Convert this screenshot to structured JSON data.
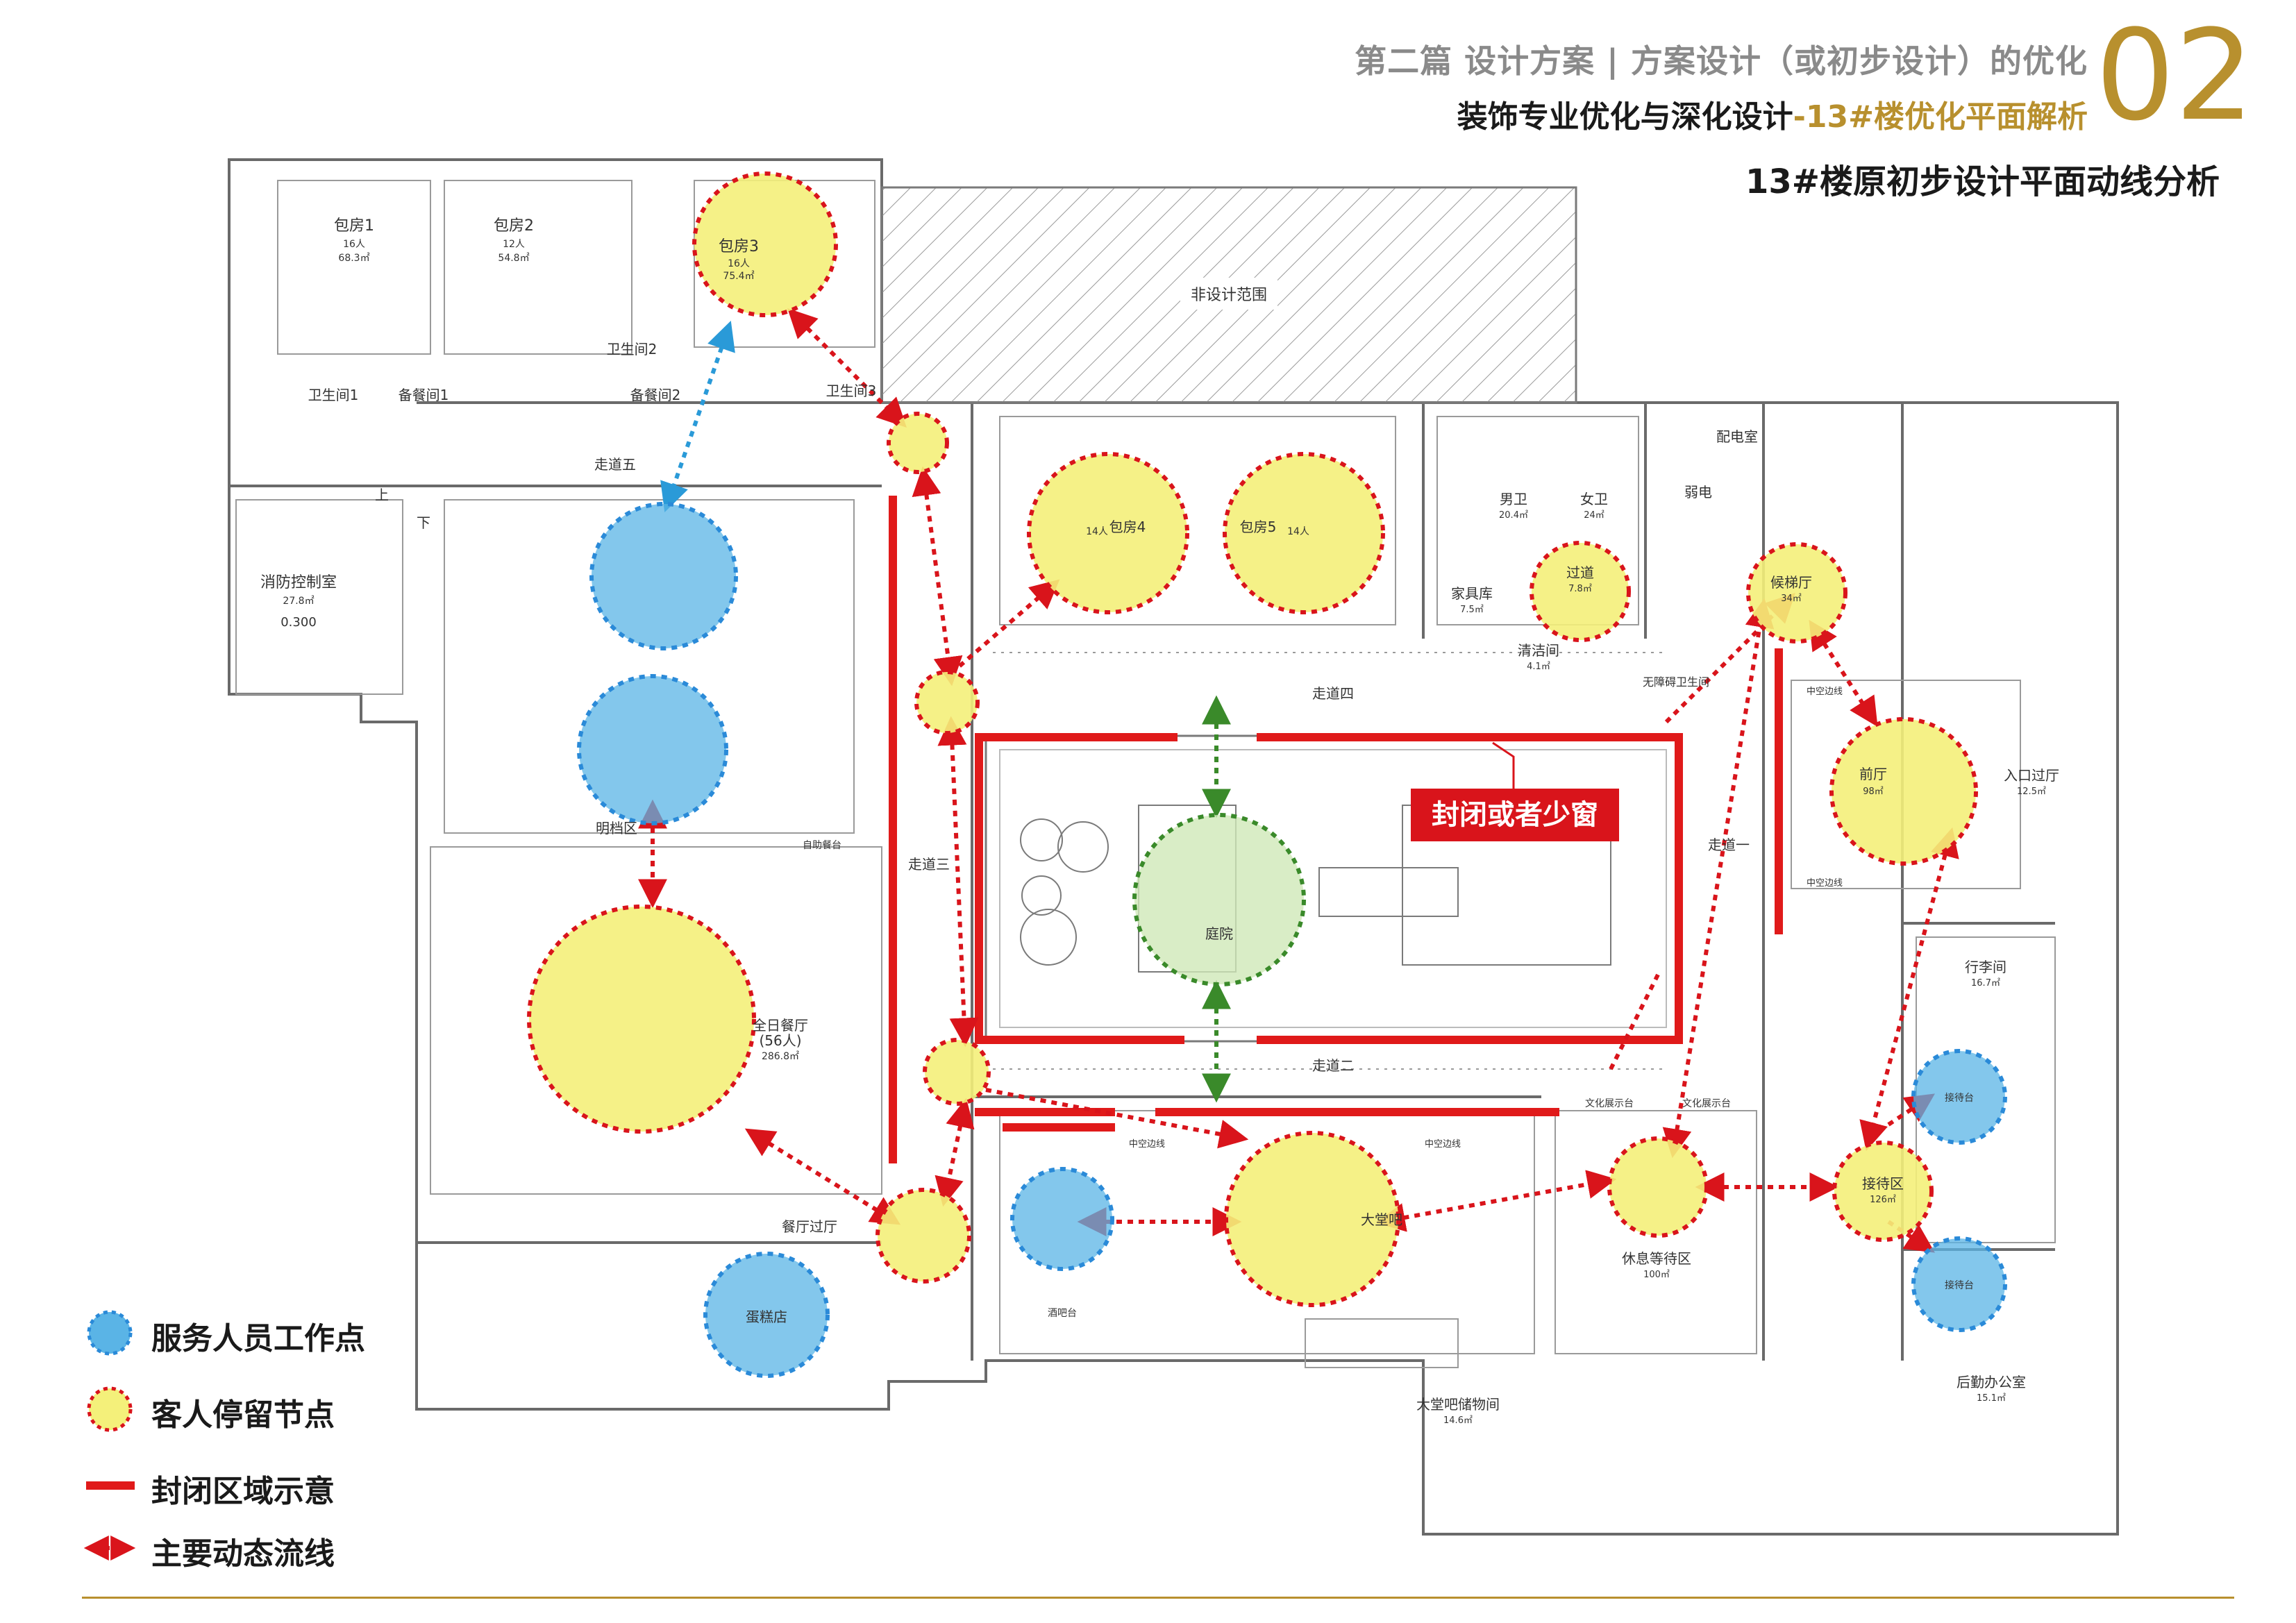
{
  "header": {
    "section_line": "第二篇 设计方案 | 方案设计（或初步设计）的优化",
    "subtitle_main": "装饰专业优化与深化设计",
    "subtitle_accent": "-13#楼优化平面解析",
    "chapter_number": "02",
    "page_title": "13#楼原初步设计平面动线分析"
  },
  "colors": {
    "accent_gold": "#b8902e",
    "staff_blue": "#5ab4e6",
    "guest_yellow": "#f4f07a",
    "seal_red": "#d9141b",
    "courtyard_green": "#3a8a2a"
  },
  "plan": {
    "callout": "封闭或者少窗",
    "non_design_area": "非设计范围",
    "rooms": {
      "room1": "包房1",
      "room1_cap": "16人",
      "room1_area": "68.3㎡",
      "room2": "包房2",
      "room2_cap": "12人",
      "room2_area": "54.8㎡",
      "room3": "包房3",
      "room3_cap": "16人",
      "room3_area": "75.4㎡",
      "fire_control": "消防控制室",
      "fire_control_area": "27.8㎡",
      "fire_level": "0.300",
      "toilet1": "卫生间1",
      "toilet2": "卫生间2",
      "toilet3": "卫生间3",
      "prep1": "备餐间1",
      "prep2": "备餐间2",
      "corridor5": "走道五",
      "corridor4": "走道四",
      "corridor3": "走道三",
      "corridor2": "走道二",
      "corridor1": "走道一",
      "room4": "包房4",
      "room5": "包房5",
      "cap14": "14人",
      "mens": "男卫",
      "mens_area": "20.4㎡",
      "womens": "女卫",
      "womens_area": "24㎡",
      "furniture": "家具库",
      "furniture_area": "7.5㎡",
      "passage": "过道",
      "passage_area": "7.8㎡",
      "cleaning": "清洁间",
      "cleaning_area": "4.1㎡",
      "power_room": "配电室",
      "weak_elec": "弱电",
      "accessible_wc": "无障碍卫生间",
      "lift_lobby": "候梯厅",
      "lift_lobby_area": "34㎡",
      "lobby": "前厅",
      "lobby_area": "98㎡",
      "entry": "入口过厅",
      "entry_area": "12.5㎡",
      "luggage": "行李间",
      "luggage_area": "16.7㎡",
      "reception": "接待区",
      "reception_area": "126㎡",
      "back_office": "后勤办公室",
      "back_office_area": "15.1㎡",
      "rest_area": "休息等待区",
      "rest_area_size": "100㎡",
      "bar_storage": "大堂吧储物间",
      "bar_storage_area": "14.6㎡",
      "lobby_bar": "大堂吧",
      "dining": "全日餐厅",
      "dining_cap": "(56人)",
      "dining_area": "286.8㎡",
      "dining_hall": "餐厅过厅",
      "cake_shop": "蛋糕店",
      "courtyard": "庭院",
      "open_kitchen": "明档区",
      "buffet": "自助餐台",
      "void_edge": "中空边线",
      "culture_display": "文化展示台",
      "reception_desk": "接待台",
      "bar_counter": "酒吧台",
      "stair_up": "上",
      "stair_down": "下"
    }
  },
  "legend": [
    {
      "label": "服务人员工作点",
      "symbol": "blue-circle"
    },
    {
      "label": "客人停留节点",
      "symbol": "yellow-circle"
    },
    {
      "label": "封闭区域示意",
      "symbol": "red-line"
    },
    {
      "label": "主要动态流线",
      "symbol": "red-dotted-arrow"
    }
  ]
}
